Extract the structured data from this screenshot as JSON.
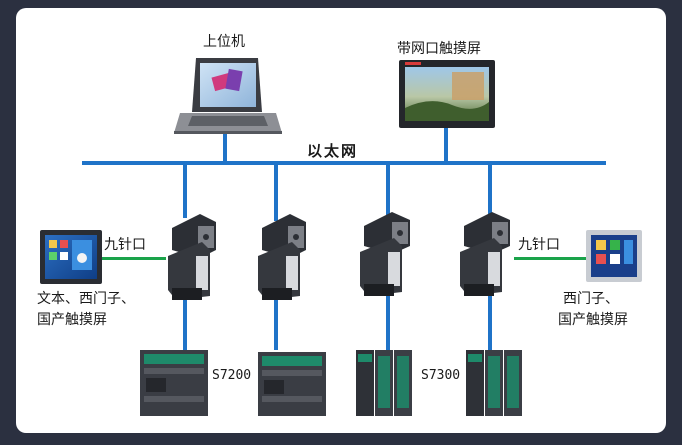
{
  "labels": {
    "pc": "上位机",
    "touch_ethernet": "带网口触摸屏",
    "bus": "以太网",
    "nine_pin_left": "九针口",
    "nine_pin_right": "九针口",
    "left_hmi_line1": "文本、西门子、",
    "left_hmi_line2": "国产触摸屏",
    "right_hmi_line1": "西门子、",
    "right_hmi_line2": "国产触摸屏",
    "plc_s7200": "S7200",
    "plc_s7300": "S7300"
  },
  "colors": {
    "bus_blue": "#1f73c8",
    "serial_green": "#1aa34a",
    "device_dark": "#2a2d33",
    "plc_green": "#1e8a6a"
  },
  "icons": {
    "pc": "laptop-icon",
    "touch": "touch-panel-icon",
    "adapter": "ethernet-adapter-icon",
    "hmi": "hmi-screen-icon",
    "plc200": "plc-s7200-icon",
    "plc300": "plc-s7300-icon"
  }
}
